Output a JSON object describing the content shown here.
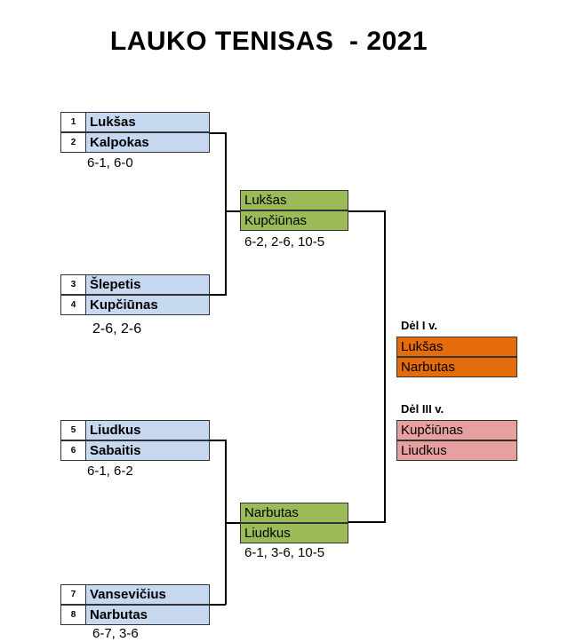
{
  "title": "LAUKO TENISAS  - 2021",
  "round1": [
    {
      "seed": "1",
      "name": "Lukšas"
    },
    {
      "seed": "2",
      "name": "Kalpokas"
    },
    {
      "seed": "3",
      "name": "Šlepetis"
    },
    {
      "seed": "4",
      "name": "Kupčiūnas"
    },
    {
      "seed": "5",
      "name": "Liudkus"
    },
    {
      "seed": "6",
      "name": "Sabaitis"
    },
    {
      "seed": "7",
      "name": "Vansevičius"
    },
    {
      "seed": "8",
      "name": "Narbutas"
    }
  ],
  "round1_scores": [
    "6-1, 6-0",
    "2-6, 2-6",
    "6-1, 6-2",
    "6-7, 3-6"
  ],
  "semis": [
    {
      "players": [
        "Lukšas",
        "Kupčiūnas"
      ],
      "score": "6-2, 2-6, 10-5"
    },
    {
      "players": [
        "Narbutas",
        "Liudkus"
      ],
      "score": "6-1, 3-6, 10-5"
    }
  ],
  "final": {
    "label": "Dėl I v.",
    "players": [
      "Lukšas",
      "Narbutas"
    ]
  },
  "third_place": {
    "label": "Dėl III v.",
    "players": [
      "Kupčiūnas",
      "Liudkus"
    ]
  },
  "colors": {
    "round1_fill": "#c6d9f1",
    "semis_fill": "#9bbb59",
    "final_fill": "#e46c0a",
    "third_fill": "#e6a0a0"
  }
}
